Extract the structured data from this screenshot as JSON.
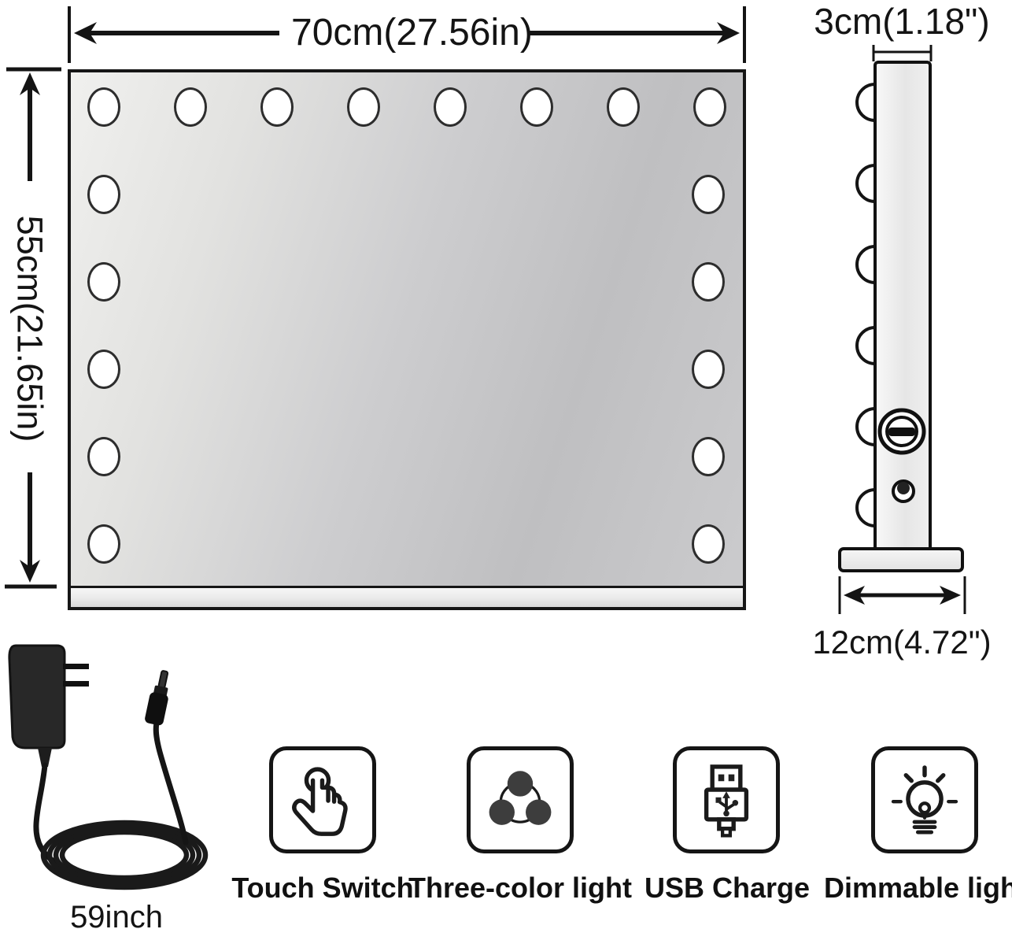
{
  "product_diagram": {
    "front_view": {
      "width_label": "70cm(27.56in)",
      "height_label": "55cm(21.65in)"
    },
    "side_view": {
      "thickness_label": "3cm(1.18\")",
      "base_width_label": "12cm(4.72\")"
    },
    "power_adapter": {
      "cable_length_label": "59inch"
    },
    "features": [
      {
        "label": "Touch Switch",
        "icon": "touch-gesture-icon"
      },
      {
        "label": "Three-color light",
        "icon": "three-circles-icon"
      },
      {
        "label": "USB Charge",
        "icon": "usb-plug-icon"
      },
      {
        "label": "Dimmable light",
        "icon": "light-bulb-icon"
      }
    ],
    "colors": {
      "line": "#1a1a1a",
      "mirror_light": "#efefed",
      "mirror_dark": "#bfbfc1",
      "bulb_fill": "#ffffff",
      "icon_fill": "#3d3d3d"
    }
  }
}
